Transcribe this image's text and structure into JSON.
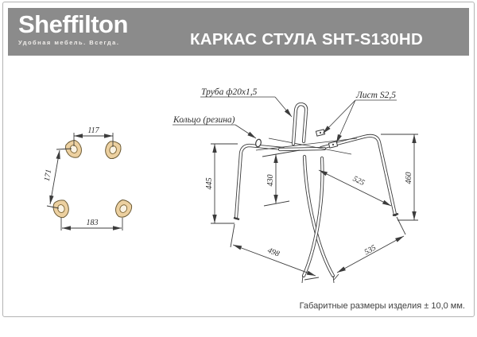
{
  "header": {
    "band_color": "#8b8b8b",
    "logo": {
      "text": "Sheffilton",
      "tagline": "Удобная мебель. Всегда."
    },
    "title": "КАРКАС СТУЛА SHT-S130HD"
  },
  "drawing": {
    "callouts": {
      "tube": "Труба ф20х1,5",
      "sheet": "Лист S2,5",
      "ring": "Кольцо (резина)"
    },
    "top_view": {
      "width_front": "117",
      "depth_side": "171",
      "width_back": "183"
    },
    "side_view": {
      "height_left": "445",
      "height_mid": "430",
      "height_right": "460",
      "diag_seat": "525",
      "diag_bottom_left": "498",
      "diag_bottom_right": "535"
    },
    "line_color": "#3c3c3c",
    "pad_fill": "#ecd0a0"
  },
  "footer": {
    "note": "Габаритные размеры изделия ± 10,0 мм."
  }
}
